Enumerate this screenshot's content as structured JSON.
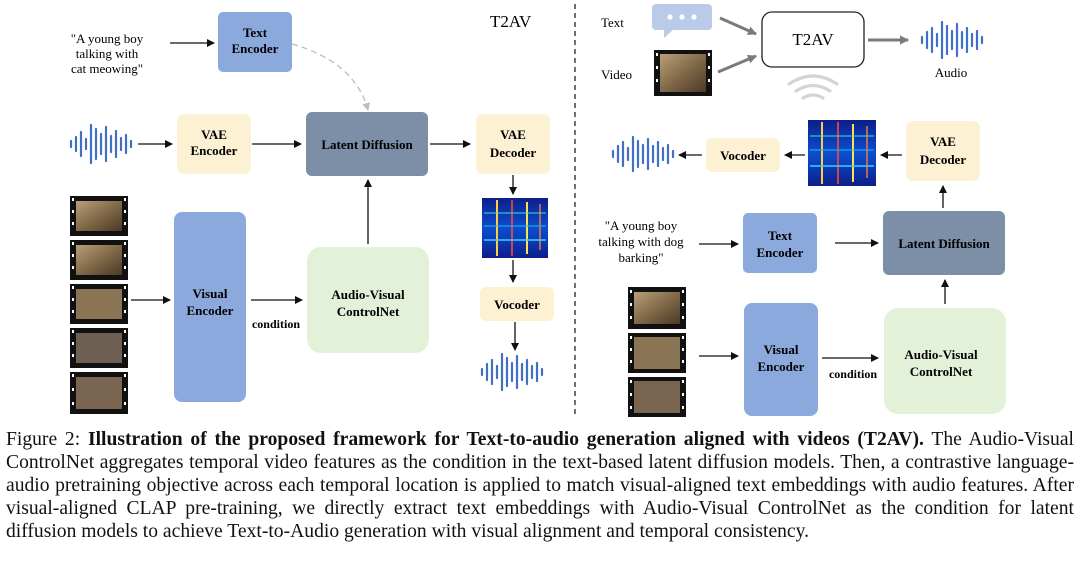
{
  "left": {
    "title": "T2AV",
    "prompt": [
      "\"A young boy",
      "talking with",
      "cat meowing\""
    ],
    "text_encoder": [
      "Text",
      "Encoder"
    ],
    "vae_encoder": [
      "VAE",
      "Encoder"
    ],
    "latent_diffusion": "Latent Diffusion",
    "vae_decoder": [
      "VAE",
      "Decoder"
    ],
    "visual_encoder": [
      "Visual",
      "Encoder"
    ],
    "condition": "condition",
    "controlnet": [
      "Audio-Visual",
      "ControlNet"
    ],
    "vocoder": "Vocoder"
  },
  "right": {
    "text_label": "Text",
    "video_label": "Video",
    "t2av": "T2AV",
    "audio_label": "Audio",
    "vocoder": "Vocoder",
    "vae_decoder": [
      "VAE",
      "Decoder"
    ],
    "prompt": [
      "\"A young boy",
      "talking with dog",
      "barking\""
    ],
    "text_encoder": [
      "Text",
      "Encoder"
    ],
    "latent_diffusion": "Latent Diffusion",
    "visual_encoder": [
      "Visual",
      "Encoder"
    ],
    "condition": "condition",
    "controlnet": [
      "Audio-Visual",
      "ControlNet"
    ]
  },
  "caption": {
    "lead": "Figure 2: ",
    "bold": "Illustration of the proposed framework for Text-to-audio generation aligned with videos (T2AV).",
    "body": " The Audio-Visual ControlNet aggregates temporal video features as the condition in the text-based latent diffusion models. Then, a contrastive language-audio pretraining objective across each temporal location is applied to match visual-aligned text embeddings with audio features. After visual-aligned CLAP pre-training, we directly extract text embeddings with Audio-Visual ControlNet as the condition for latent diffusion models to achieve Text-to-Audio generation with visual alignment and temporal consistency."
  },
  "colors": {
    "text_encoder": "#8ca9dd",
    "vae": "#fdf1d4",
    "latent": "#7c8fa7",
    "visual_encoder": "#8ca9dd",
    "controlnet": "#e3f1d8",
    "wave": "#3f70c4"
  }
}
